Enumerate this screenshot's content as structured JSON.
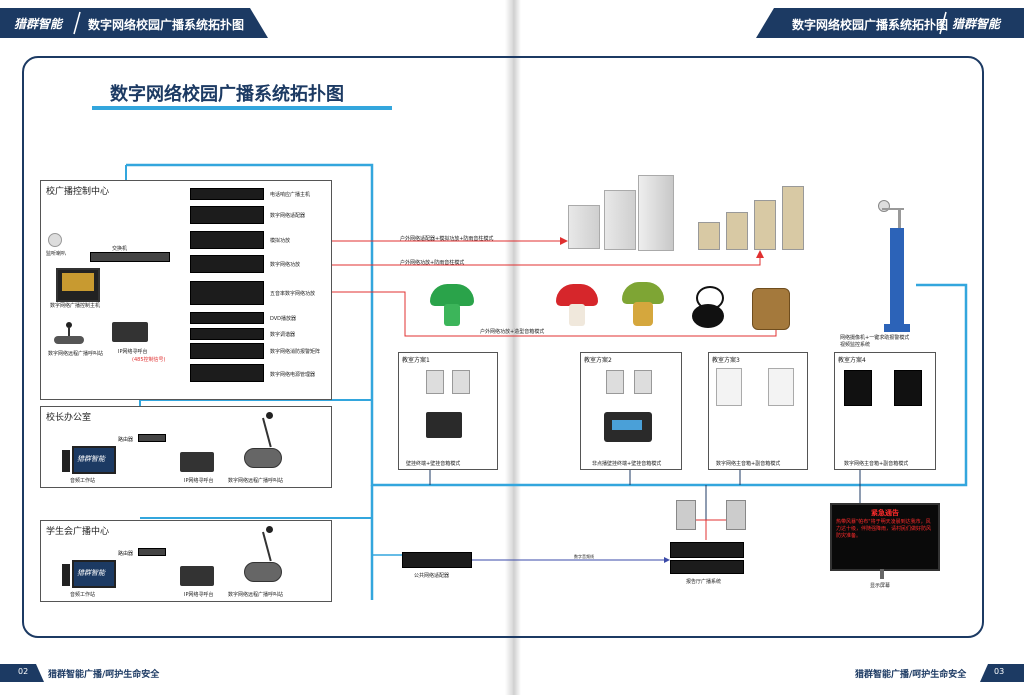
{
  "header": {
    "logo_left": "猎群智能",
    "logo_right": "猎群智能",
    "title_left": "数字网络校园广播系统拓扑图",
    "title_right": "数字网络校园广播系统拓扑图"
  },
  "main_title": "数字网络校园广播系统拓扑图",
  "control_center": {
    "title": "校广播控制中心",
    "switch_label": "交换机",
    "monitor_label": "监听喇叭",
    "host_label": "数字网络广播控制主机",
    "mic_label": "数字网络远程广播呼叫站",
    "paging_label": "IP网络寻呼台",
    "red_note": "(485控制信号)",
    "rack": [
      "电话响应广播主机",
      "数字网络适配器",
      "模拟功放",
      "数字网络功放",
      "五音率数字网络功放",
      "DVD播放器",
      "数字调谐器",
      "数字网络消防报警矩阵",
      "数字网络电源管理器"
    ]
  },
  "principal_office": {
    "title": "校长办公室",
    "router_label": "路由器",
    "pc_label": "音频工作站",
    "paging_label": "IP网络寻呼台",
    "mic_label": "数字网络远程广播呼叫站",
    "pc_screen": "猎群智能"
  },
  "student_union": {
    "title": "学生会广播中心",
    "router_label": "路由器",
    "pc_label": "音频工作站",
    "paging_label": "IP网络寻呼台",
    "mic_label": "数字网络远程广播呼叫站",
    "pc_screen": "猎群智能"
  },
  "links": {
    "outdoor_column": "户外网络适配器+模拟功放+防雨音柱模式",
    "outdoor_column2": "户外网络功放+防雨音柱模式",
    "outdoor_garden": "户外网络功放+造型音箱模式"
  },
  "classrooms": [
    {
      "title": "教室方案1",
      "caption": "壁挂终端+壁挂音箱模式"
    },
    {
      "title": "教室方案2",
      "caption": "非点播壁挂终端+壁挂音箱模式"
    },
    {
      "title": "教室方案3",
      "caption": "数字网络主音箱+副音箱模式"
    },
    {
      "title": "教室方案4",
      "caption": "数字网络主音箱+副音箱模式"
    }
  ],
  "pole_label": "网络摄像机+一键求助报警模式\n视频监控系统",
  "public_adapter_label": "公共网络适配器",
  "local_system_label": "数字音频线",
  "auditorium_label": "报告厅广播系统",
  "led": {
    "title": "紧急通告",
    "body": "热带风暴\"帕布\"将于明天凌晨到达我市，风力达十级，伴随强降雨，请村民们做好防风防灾准备。",
    "caption": "显示屏幕"
  },
  "footer": {
    "left_page": "02",
    "left_text": "猎群智能广播/呵护生命安全",
    "right_text": "猎群智能广播/呵护生命安全",
    "right_page": "03"
  },
  "colors": {
    "navy": "#1c3a63",
    "cyan": "#33a6dd",
    "red": "#e03030",
    "navy_line": "#1c3a63"
  }
}
